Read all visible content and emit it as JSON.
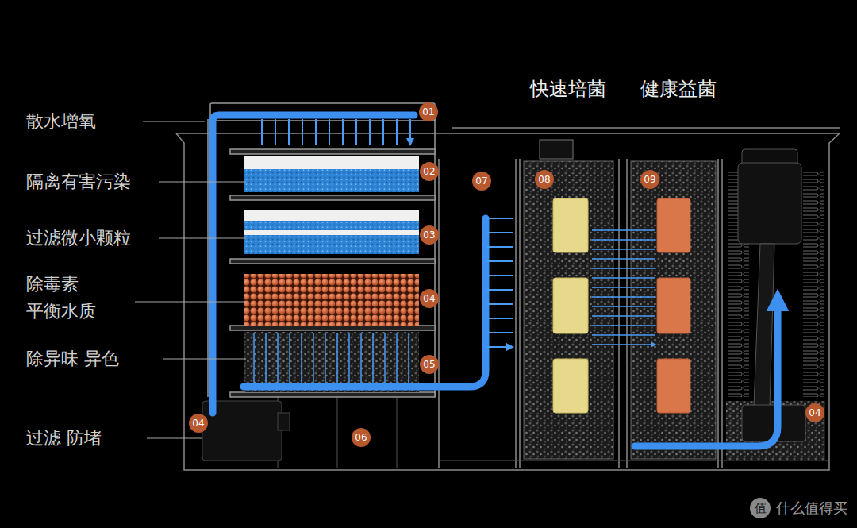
{
  "diagram": {
    "nodes": [
      {
        "text": [
          "01"
        ]
      },
      {
        "text": [
          "02"
        ]
      },
      {
        "text": [
          "07"
        ]
      },
      {
        "text": [
          "08"
        ]
      },
      {
        "text": [
          "09"
        ]
      },
      {
        "text": [
          "03"
        ]
      },
      {
        "text": [
          "04"
        ]
      },
      {
        "text": [
          "05"
        ]
      },
      {
        "text": [
          "04"
        ]
      },
      {
        "text": [
          "06"
        ]
      },
      {
        "text": [
          "04"
        ]
      }
    ],
    "labels": [
      "散水增氧",
      "隔离有害污染",
      "过滤微小颗粒",
      "除毒素 平衡水质",
      "除异味 异色",
      "过滤 防堵",
      "快速培菌",
      "健康益菌",
      "值",
      "什么值得买"
    ]
  }
}
